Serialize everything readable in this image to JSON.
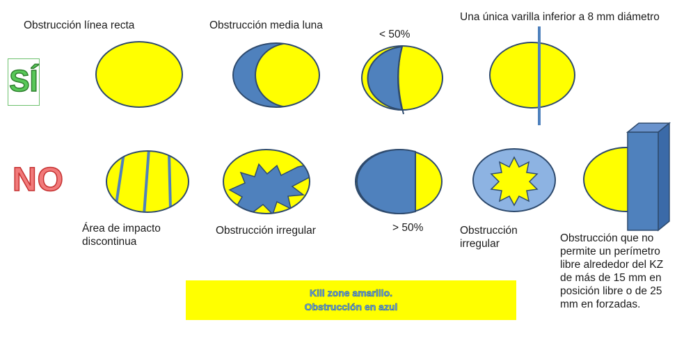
{
  "rows": {
    "yes_label": "SÍ",
    "no_label": "NO"
  },
  "labels": {
    "straight_line": "Obstrucción línea recta",
    "half_moon": "Obstrucción media luna",
    "less_50": "< 50%",
    "single_rod": "Una única varilla inferior a 8 mm diámetro",
    "discontinuous": "Área de impacto discontinua",
    "irregular_1": "Obstrucción irregular",
    "more_50": "> 50%",
    "irregular_2": "Obstrucción irregular",
    "no_perimeter": "Obstrucción que no permite un perímetro libre alrededor del KZ de más de 15 mm en posición libre o de 25 mm en forzadas."
  },
  "legend": {
    "line1": "Kill zone amarillo.",
    "line2": "Obstrucción en azul"
  },
  "colors": {
    "kill_zone": "#ffff00",
    "obstruction": "#4f81bd",
    "outline": "#2e4a6d",
    "light_obstruction": "#8db3e2",
    "yes": "#58c858",
    "no": "#f17a7a"
  }
}
